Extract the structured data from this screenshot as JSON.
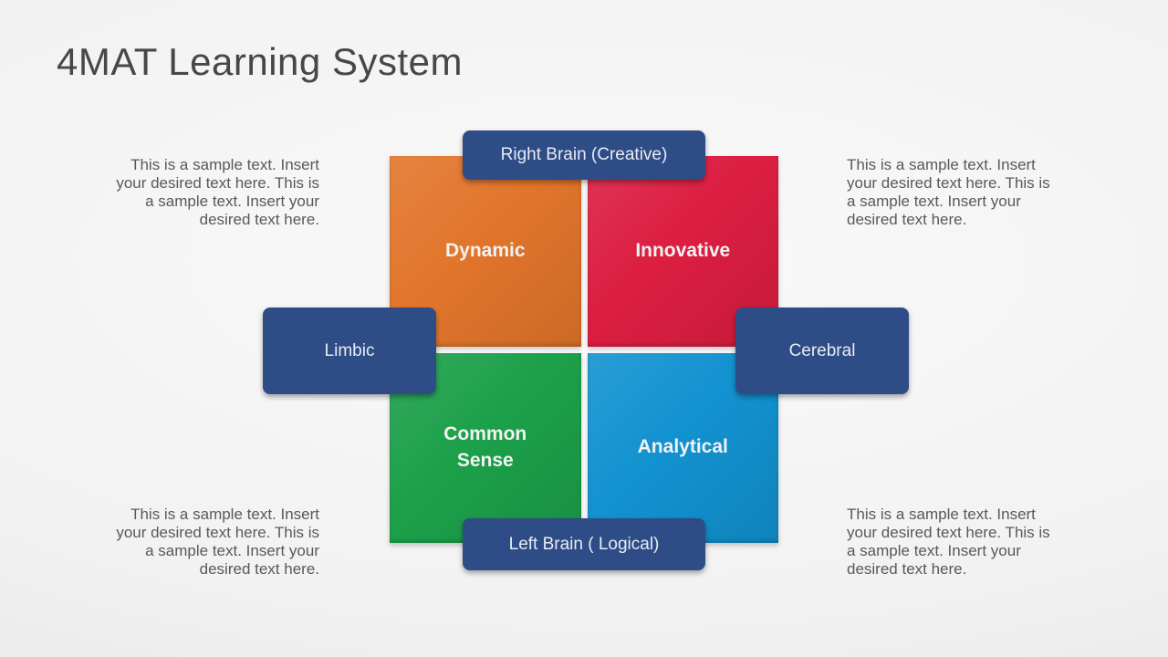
{
  "slide": {
    "title": "4MAT Learning System"
  },
  "colors": {
    "quadrant_dynamic": "#E2752B",
    "quadrant_innovative": "#DC1E41",
    "quadrant_common_sense": "#1CA04A",
    "quadrant_analytical": "#1292D0",
    "badge_background": "#2E4C86",
    "quadrant_text": "#F2F2F2",
    "badge_text": "#E8ECF4",
    "sample_text": "#595959",
    "title_text": "#474747"
  },
  "diagram": {
    "quadrants": [
      {
        "name": "dynamic",
        "label": "Dynamic",
        "color": "#E2752B"
      },
      {
        "name": "innovative",
        "label": "Innovative",
        "color": "#DC1E41"
      },
      {
        "name": "common-sense",
        "label": "Common Sense",
        "color": "#1CA04A"
      },
      {
        "name": "analytical",
        "label": "Analytical",
        "color": "#1292D0"
      }
    ],
    "badges": {
      "top": {
        "label": "Right Brain (Creative)",
        "color": "#2E4C86"
      },
      "bottom": {
        "label": "Left Brain ( Logical)",
        "color": "#2E4C86"
      },
      "left": {
        "label": "Limbic",
        "color": "#2E4C86"
      },
      "right": {
        "label": "Cerebral",
        "color": "#2E4C86"
      }
    }
  },
  "texts": {
    "top_left": {
      "lines": [
        "This is a sample text. Insert",
        "your desired text here. This is",
        "a sample text. Insert your",
        "desired text here."
      ]
    },
    "top_right": {
      "lines": [
        "This is a sample text. Insert",
        "your desired text here. This is",
        "a sample text. Insert your",
        "desired text here."
      ]
    },
    "bottom_left": {
      "lines": [
        "This is a sample text. Insert",
        "your desired text here. This is",
        "a sample text. Insert your",
        "desired text here."
      ]
    },
    "bottom_right": {
      "lines": [
        "This is a sample text. Insert",
        "your desired text here. This is",
        "a sample text. Insert your",
        "desired text here."
      ]
    }
  }
}
